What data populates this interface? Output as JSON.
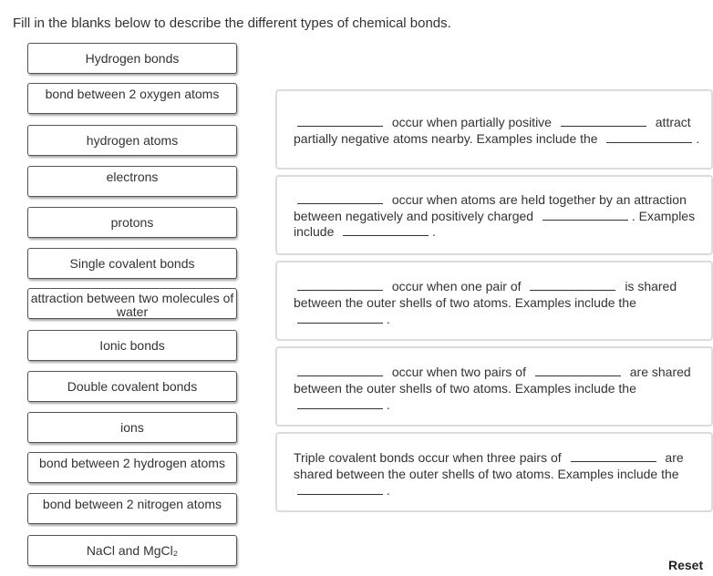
{
  "instructions": "Fill in the blanks below to describe the different types of chemical bonds.",
  "chips": [
    "Hydrogen bonds",
    "bond between 2 oxygen atoms",
    "hydrogen atoms",
    "electrons",
    "protons",
    "Single covalent bonds",
    "attraction between two molecules of water",
    "Ionic bonds",
    "Double covalent bonds",
    "ions",
    "bond between 2 hydrogen atoms",
    "bond between 2 nitrogen atoms",
    "NaCl and MgCl₂"
  ],
  "cards": {
    "hydrogen": {
      "t1": "occur when partially positive",
      "t2": "attract",
      "t3": "partially negative atoms nearby. Examples include the",
      "t4": "."
    },
    "ionic": {
      "t1": "occur when atoms are held together by an attraction",
      "t2": "between negatively and positively charged",
      "t3": ". Examples",
      "t4": "include",
      "t5": "."
    },
    "single": {
      "t1": "occur when one pair of",
      "t2": "is shared",
      "t3": "between the outer shells of two atoms. Examples include the",
      "t4": "."
    },
    "double": {
      "t1": "occur when two pairs of",
      "t2": "are shared",
      "t3": "between the outer shells of two atoms. Examples include the",
      "t4": "."
    },
    "triple": {
      "t1": "Triple covalent bonds occur when three pairs of",
      "t2": "are",
      "t3": "shared between the outer shells of two atoms. Examples include the",
      "t4": "."
    }
  },
  "reset_label": "Reset"
}
